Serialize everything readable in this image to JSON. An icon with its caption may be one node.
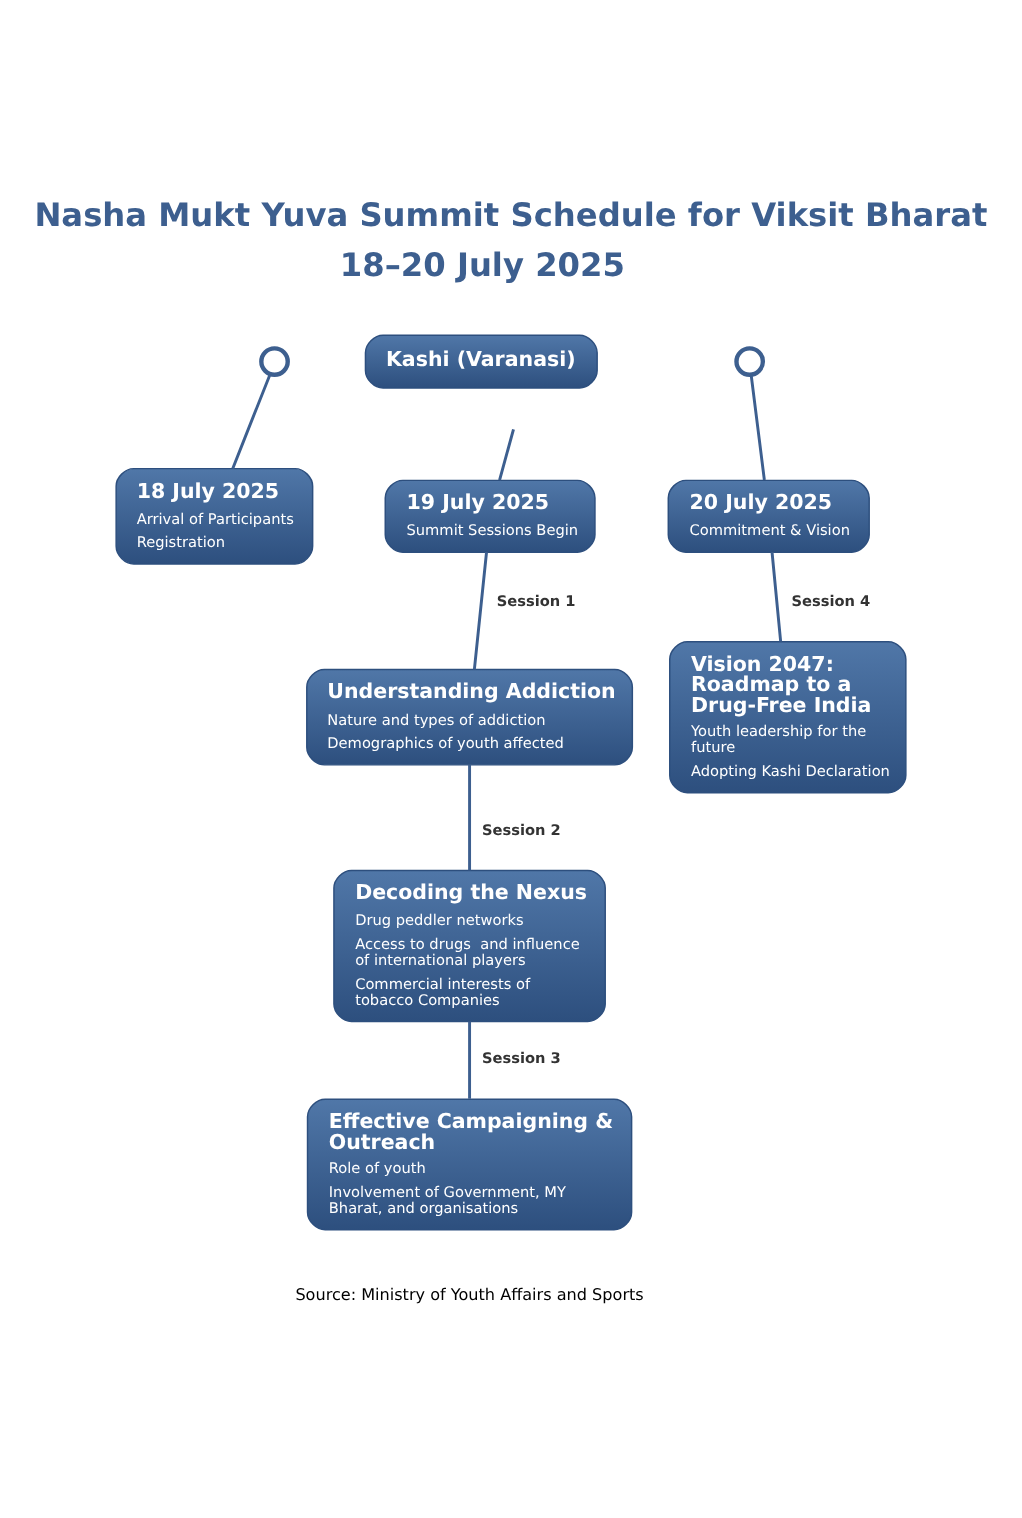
{
  "diagram": {
    "title": "Nasha Mukt Yuva Summit Schedule for Viksit Bharat",
    "caption": "Source: Ministry of Youth Affairs and Sports",
    "nodes": [
      {
        "text": [],
        "shape": "circle"
      },
      {
        "text": [
          "Kashi (Varanasi)"
        ]
      },
      {
        "text": [],
        "shape": "circle"
      },
      {
        "text": [
          "18 July 2025",
          "Arrival of Participants",
          "Registration"
        ]
      },
      {
        "text": [
          "19 July 2025",
          "Summit Sessions Begin"
        ]
      },
      {
        "text": [
          "20 July 2025",
          "Commitment & Vision"
        ]
      },
      {
        "text": [
          "Understanding Addiction",
          "Nature and types of addiction",
          "Demographics of youth affected"
        ]
      },
      {
        "text": [
          "Vision 2047: Roadmap to a Drug-Free India",
          "Youth leadership for the future",
          "Adopting Kashi Declaration"
        ]
      },
      {
        "text": [
          "Decoding the Nexus",
          "Drug peddler networks",
          "Access to drugs  and influence of international players",
          "Commercial interests of tobacco Companies"
        ]
      },
      {
        "text": [
          "Effective Campaigning & Outreach",
          "Role of youth",
          "Involvement of Government, MY Bharat, and organisations"
        ]
      }
    ],
    "edges": [
      {
        "from": 0,
        "to": 3,
        "arrow": "none"
      },
      {
        "from": null,
        "to": 4,
        "arrow": "none"
      },
      {
        "from": 2,
        "to": 5,
        "arrow": "none"
      },
      {
        "from": 4,
        "to": 6,
        "arrow": "none",
        "label": "Session 1"
      },
      {
        "from": 6,
        "to": 8,
        "arrow": "none",
        "label": "Session 2"
      },
      {
        "from": 8,
        "to": 9,
        "arrow": "none",
        "label": "Session 3"
      },
      {
        "from": 5,
        "to": 7,
        "arrow": "none",
        "label": "Session 4"
      }
    ],
    "labels": [
      "18–20 July 2025"
    ]
  }
}
